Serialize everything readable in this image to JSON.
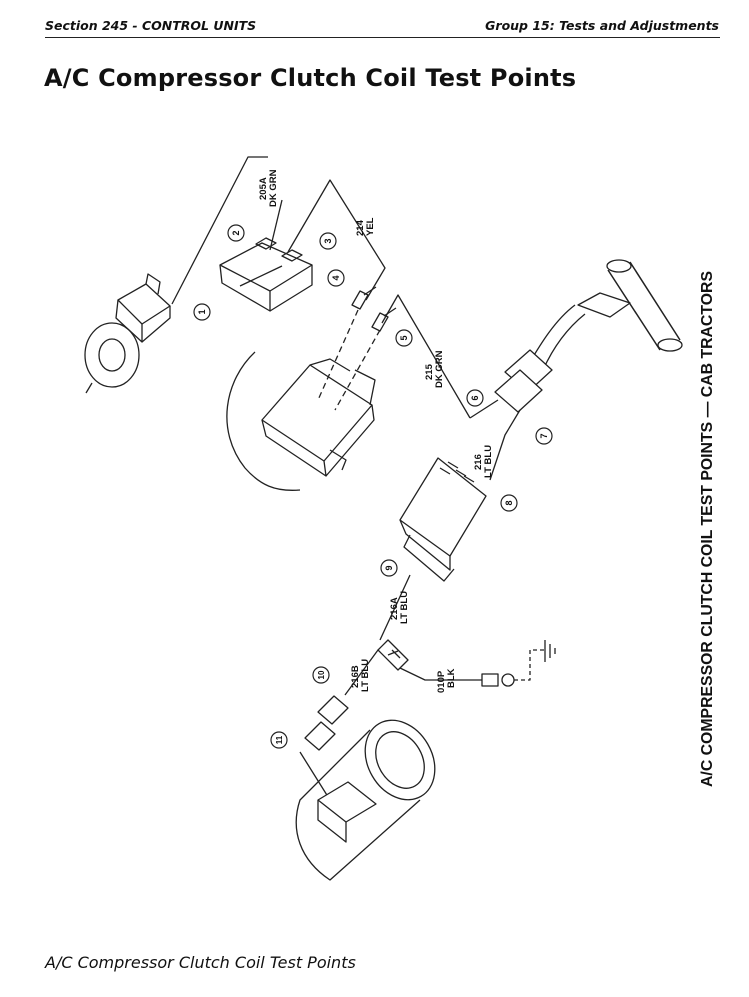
{
  "header": {
    "section": "Section 245 - CONTROL UNITS",
    "group": "Group 15: Tests and Adjustments"
  },
  "page_title": "A/C Compressor Clutch Coil Test Points",
  "figure": {
    "side_label": "A/C COMPRESSOR CLUTCH COIL TEST POINTS — CAB TRACTORS",
    "callouts": [
      "1",
      "2",
      "3",
      "4",
      "5",
      "6",
      "7",
      "8",
      "9",
      "10",
      "11"
    ],
    "wires": {
      "w205a": [
        "205A",
        "DK GRN"
      ],
      "w214": [
        "214",
        "YEL"
      ],
      "w215": [
        "215",
        "DK GRN"
      ],
      "w216": [
        "216",
        "LT BLU"
      ],
      "w216a": [
        "216A",
        "LT BLU"
      ],
      "w216b": [
        "216B",
        "LT BLU"
      ],
      "w010p": [
        "010P",
        "BLK"
      ]
    }
  },
  "caption": "A/C Compressor Clutch Coil Test Points"
}
